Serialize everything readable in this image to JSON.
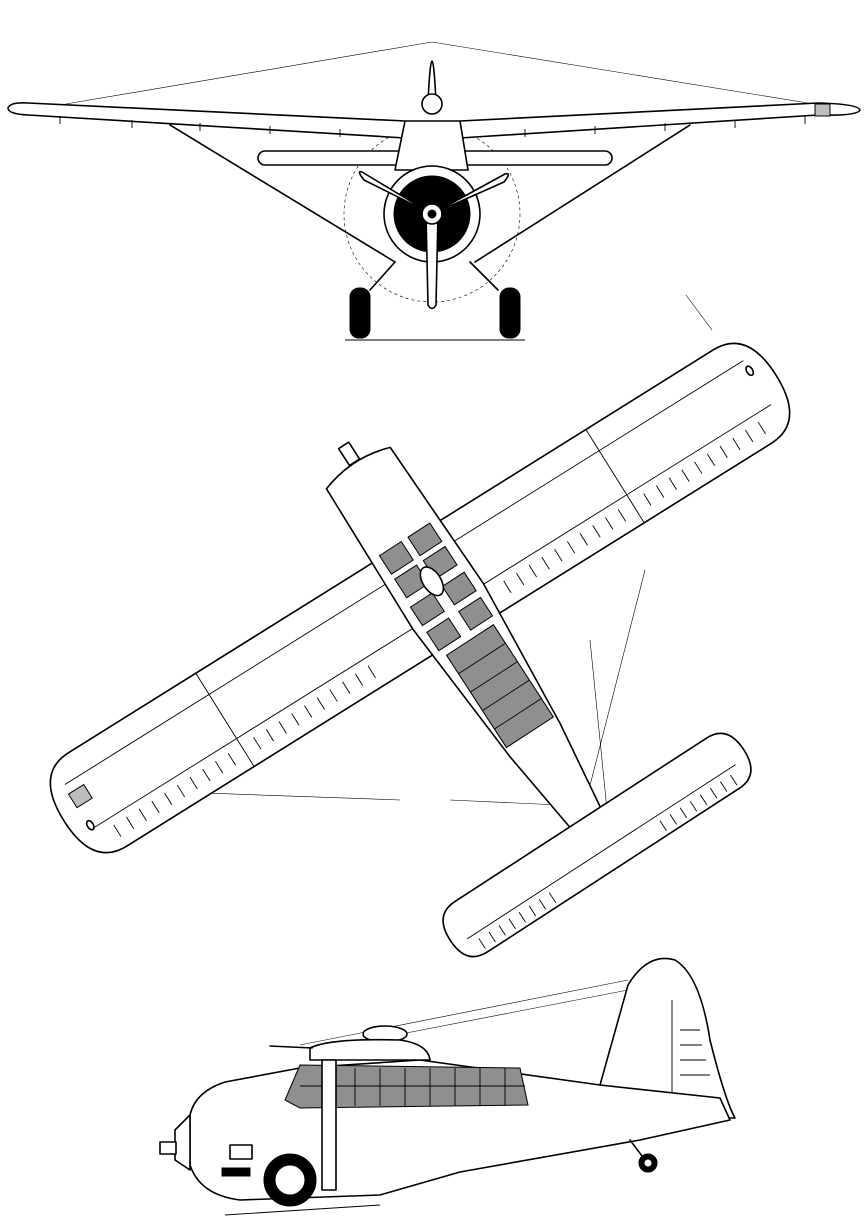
{
  "figure": {
    "views": [
      "front-view",
      "top-view",
      "side-view"
    ],
    "colors": {
      "line": "#000000",
      "background": "#ffffff",
      "glazing": "#8f8f8f",
      "shade": "#bdbdbd"
    }
  }
}
